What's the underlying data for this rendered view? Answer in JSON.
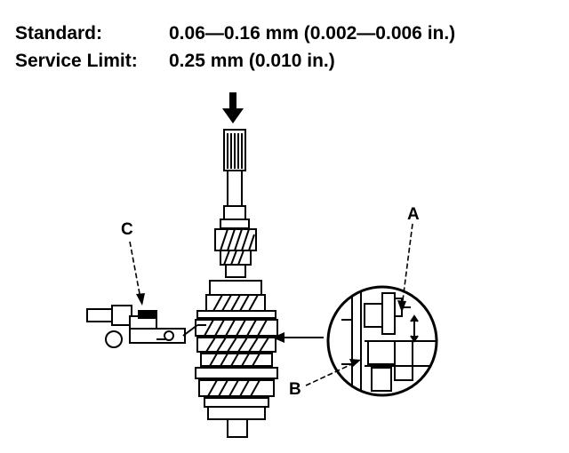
{
  "specs": {
    "standard": {
      "label": "Standard:",
      "value": "0.06—0.16 mm (0.002—0.006 in.)"
    },
    "service_limit": {
      "label": "Service Limit:",
      "value": "0.25 mm (0.010 in.)"
    }
  },
  "callouts": {
    "a": "A",
    "b": "B",
    "c": "C"
  },
  "colors": {
    "ink": "#000000",
    "paper": "#ffffff"
  }
}
